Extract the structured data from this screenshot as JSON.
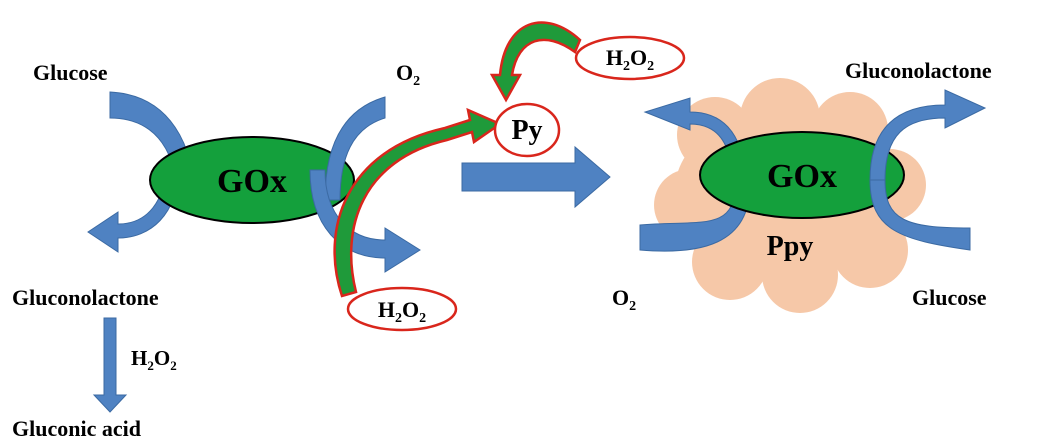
{
  "colors": {
    "enzyme_fill": "#14a03c",
    "blue_arrow": "#4f82c2",
    "blue_edge": "#3b6aa3",
    "red_outline": "#d9261c",
    "green_arrow": "#1f9a3a",
    "cloud": "#f6c8a8"
  },
  "left": {
    "enzyme_label": "GOx",
    "glucose_label": "Glucose",
    "o2_label_main": "O",
    "o2_label_sub": "2",
    "gluconolactone_label": "Gluconolactone",
    "h2o2_mid_h": "H",
    "h2o2_mid_sub1": "2",
    "h2o2_mid_o": "O",
    "h2o2_mid_sub2": "2",
    "gluconic_acid_label": "Gluconic acid",
    "h2o2_bubble_h": "H",
    "h2o2_bubble_sub1": "2",
    "h2o2_bubble_o": "O",
    "h2o2_bubble_sub2": "2"
  },
  "center": {
    "py_label": "Py",
    "h2o2_top_h": "H",
    "h2o2_top_sub1": "2",
    "h2o2_top_o": "O",
    "h2o2_top_sub2": "2"
  },
  "right": {
    "enzyme_label": "GOx",
    "ppy_label": "Ppy",
    "gluconolactone_label": "Gluconolactone",
    "glucose_label": "Glucose",
    "o2_label_main": "O",
    "o2_label_sub": "2"
  }
}
